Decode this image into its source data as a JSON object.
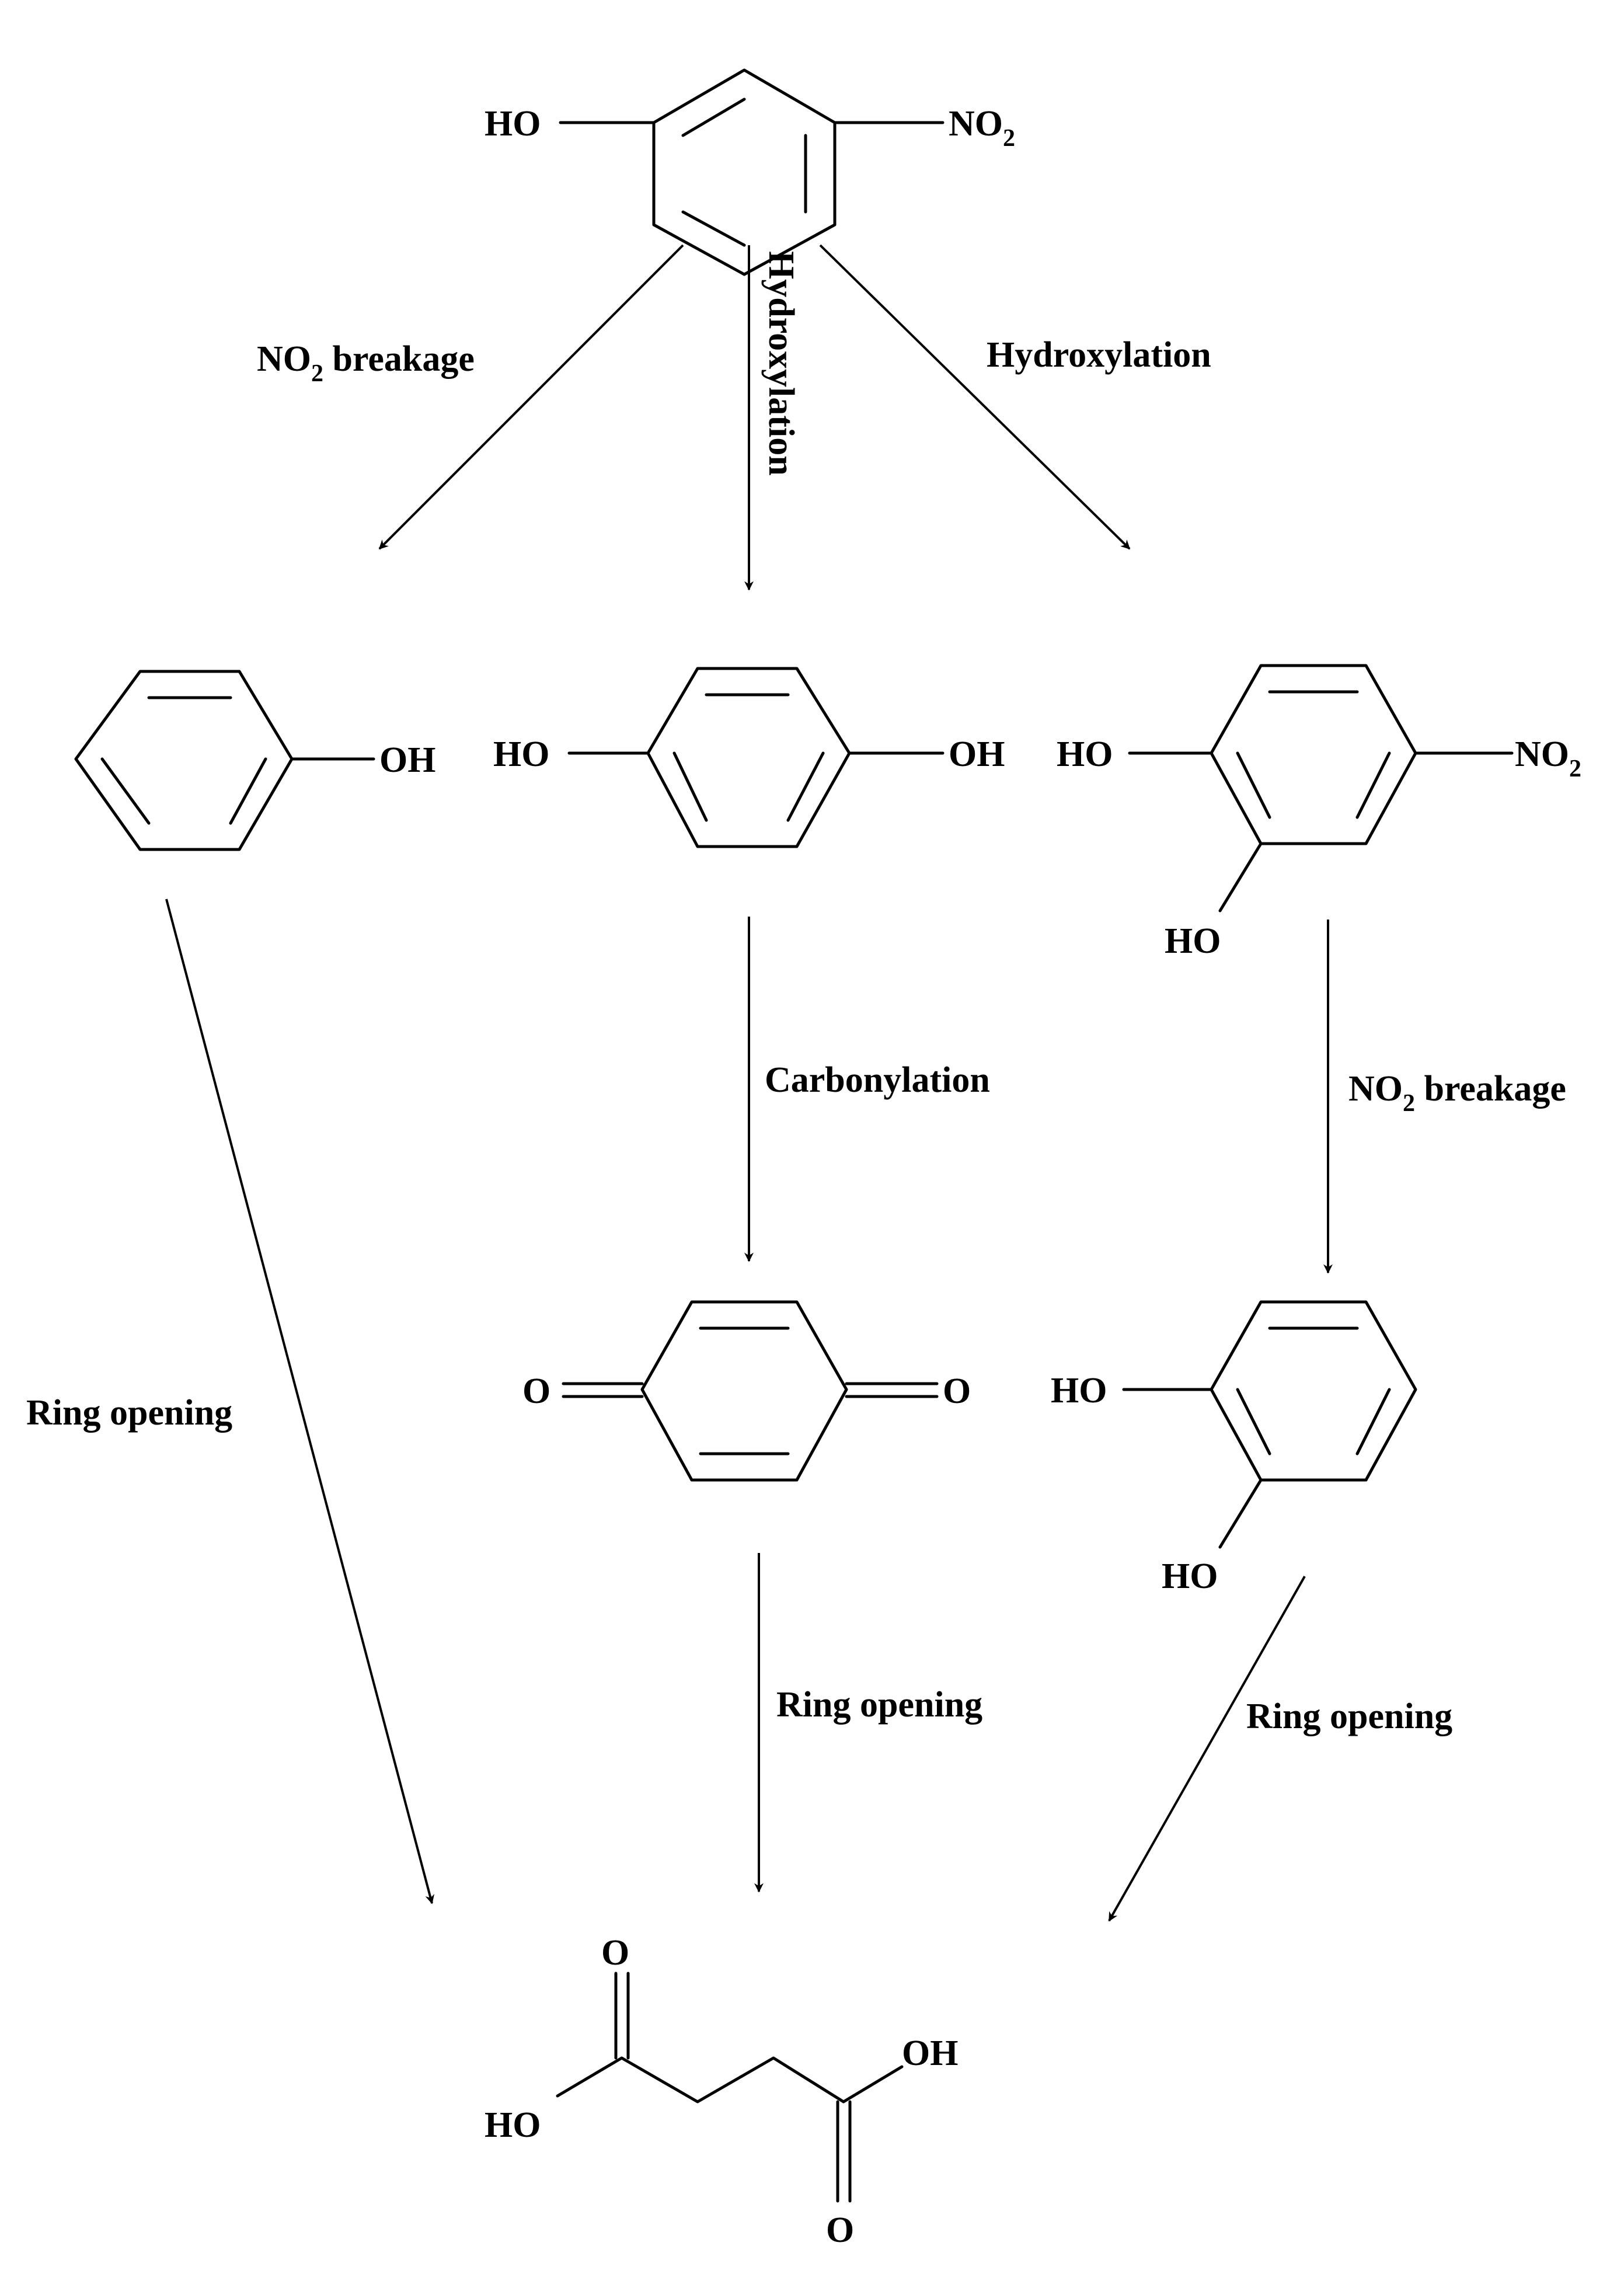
{
  "labels": {
    "ho": "HO",
    "oh": "OH",
    "no": "NO",
    "sub2": "2",
    "o": "O",
    "breakage": " breakage",
    "hydroxylation": "Hydroxylation",
    "carbonylation": "Carbonylation",
    "ring_opening": "Ring opening"
  },
  "compounds": [
    {
      "id": "4-nitrophenol",
      "formula": "HO-C6H4-NO2"
    },
    {
      "id": "phenol",
      "formula": "C6H5-OH"
    },
    {
      "id": "hydroquinone",
      "formula": "HO-C6H4-OH"
    },
    {
      "id": "4-nitrocatechol",
      "formula": "(HO)2-C6H3-NO2"
    },
    {
      "id": "p-benzoquinone",
      "formula": "O=C6H4=O"
    },
    {
      "id": "catechol",
      "formula": "(HO)2-C6H4"
    },
    {
      "id": "succinic-acid",
      "formula": "HOOC-CH2-CH2-COOH"
    }
  ]
}
